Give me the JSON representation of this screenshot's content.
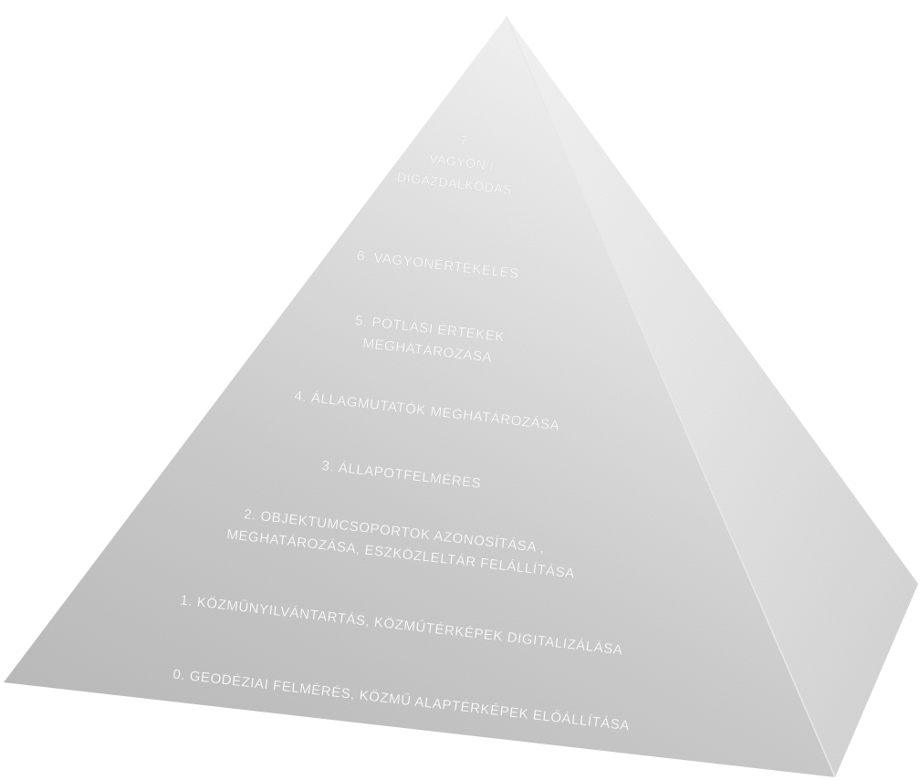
{
  "diagram": {
    "levels": [
      {
        "id": "7",
        "lines": [
          "7",
          "VAGYON /",
          "DIGAZDÁLKODÁS"
        ]
      },
      {
        "id": "6",
        "lines": [
          "6. VAGYONÉRTÉKELÉS"
        ]
      },
      {
        "id": "5",
        "lines": [
          "5. PÓTLÁSI ÉRTÉKEK",
          "MEGHATÁROZÁSA"
        ]
      },
      {
        "id": "4",
        "lines": [
          "4. ÁLLAGMUTATÓK MEGHATÁROZÁSA"
        ]
      },
      {
        "id": "3",
        "lines": [
          "3. ÁLLAPOTFELMÉRÉS"
        ]
      },
      {
        "id": "2",
        "lines": [
          "2. OBJEKTUMCSOPORTOK AZONOSÍTÁSA ,",
          "MEGHATÁROZÁSA, ESZKÖZLELTÁR FELÁLLÍTÁSA"
        ]
      },
      {
        "id": "1",
        "lines": [
          "1. KÖZMŰNYILVÁNTARTÁS, KÖZMŰTÉRKÉPEK DIGITALIZÁLÁSA"
        ]
      },
      {
        "id": "0",
        "lines": [
          "0. GEODÉZIAI   FELMÉRÉS,  KÖZMŰ  ALAPTÉRKÉPEK  ELŐÁLLÍTÁSA"
        ]
      }
    ]
  }
}
